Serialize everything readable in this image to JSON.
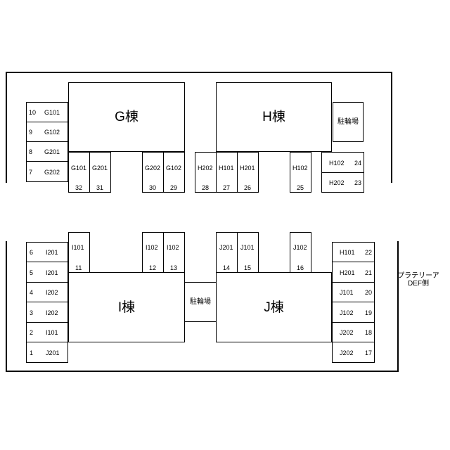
{
  "buildings": {
    "g": "G棟",
    "h": "H棟",
    "i": "I棟",
    "j": "J棟"
  },
  "parking": {
    "top": "駐輪場",
    "bottom": "駐輪場"
  },
  "side_note": {
    "line1": "プラテリーア",
    "line2": "DEF側"
  },
  "top_left_spaces": [
    {
      "no": "10",
      "unit": "G101"
    },
    {
      "no": "9",
      "unit": "G102"
    },
    {
      "no": "8",
      "unit": "G201"
    },
    {
      "no": "7",
      "unit": "G202"
    }
  ],
  "top_bottom_spaces": [
    {
      "unit": "G101",
      "no": "32"
    },
    {
      "unit": "G201",
      "no": "31"
    },
    {
      "unit": "G202",
      "no": "30"
    },
    {
      "unit": "G102",
      "no": "29"
    },
    {
      "unit": "H202",
      "no": "28"
    },
    {
      "unit": "H101",
      "no": "27"
    },
    {
      "unit": "H201",
      "no": "26"
    },
    {
      "unit": "H102",
      "no": "25"
    }
  ],
  "top_right_spaces": [
    {
      "unit": "H102",
      "no": "24"
    },
    {
      "unit": "H202",
      "no": "23"
    }
  ],
  "bottom_top_spaces": [
    {
      "unit": "I101",
      "no": "11"
    },
    {
      "unit": "I102",
      "no": "12"
    },
    {
      "unit": "I102",
      "no": "13"
    },
    {
      "unit": "J201",
      "no": "14"
    },
    {
      "unit": "J101",
      "no": "15"
    },
    {
      "unit": "J102",
      "no": "16"
    }
  ],
  "bottom_left_spaces": [
    {
      "no": "6",
      "unit": "I201"
    },
    {
      "no": "5",
      "unit": "I201"
    },
    {
      "no": "4",
      "unit": "I202"
    },
    {
      "no": "3",
      "unit": "I202"
    },
    {
      "no": "2",
      "unit": "I101"
    },
    {
      "no": "1",
      "unit": "J201"
    }
  ],
  "bottom_right_spaces": [
    {
      "unit": "H101",
      "no": "22"
    },
    {
      "unit": "H201",
      "no": "21"
    },
    {
      "unit": "J101",
      "no": "20"
    },
    {
      "unit": "J102",
      "no": "19"
    },
    {
      "unit": "J202",
      "no": "18"
    },
    {
      "unit": "J202",
      "no": "17"
    }
  ]
}
